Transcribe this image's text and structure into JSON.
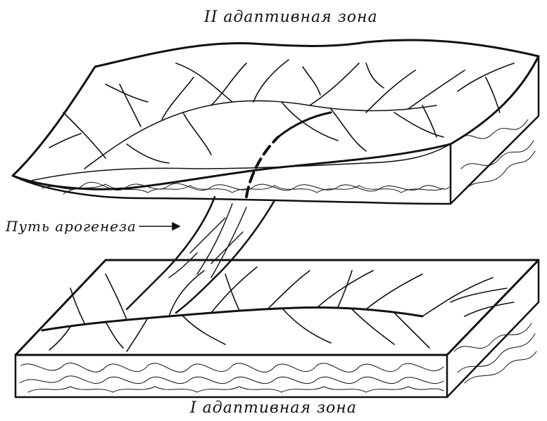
{
  "labels": {
    "top_zone": "II адаптивная зона",
    "bottom_zone": "I адаптивная зона",
    "arogenesis_path": "Путь арогенеза"
  },
  "colors": {
    "ink": "#111111",
    "background": "#ffffff"
  }
}
